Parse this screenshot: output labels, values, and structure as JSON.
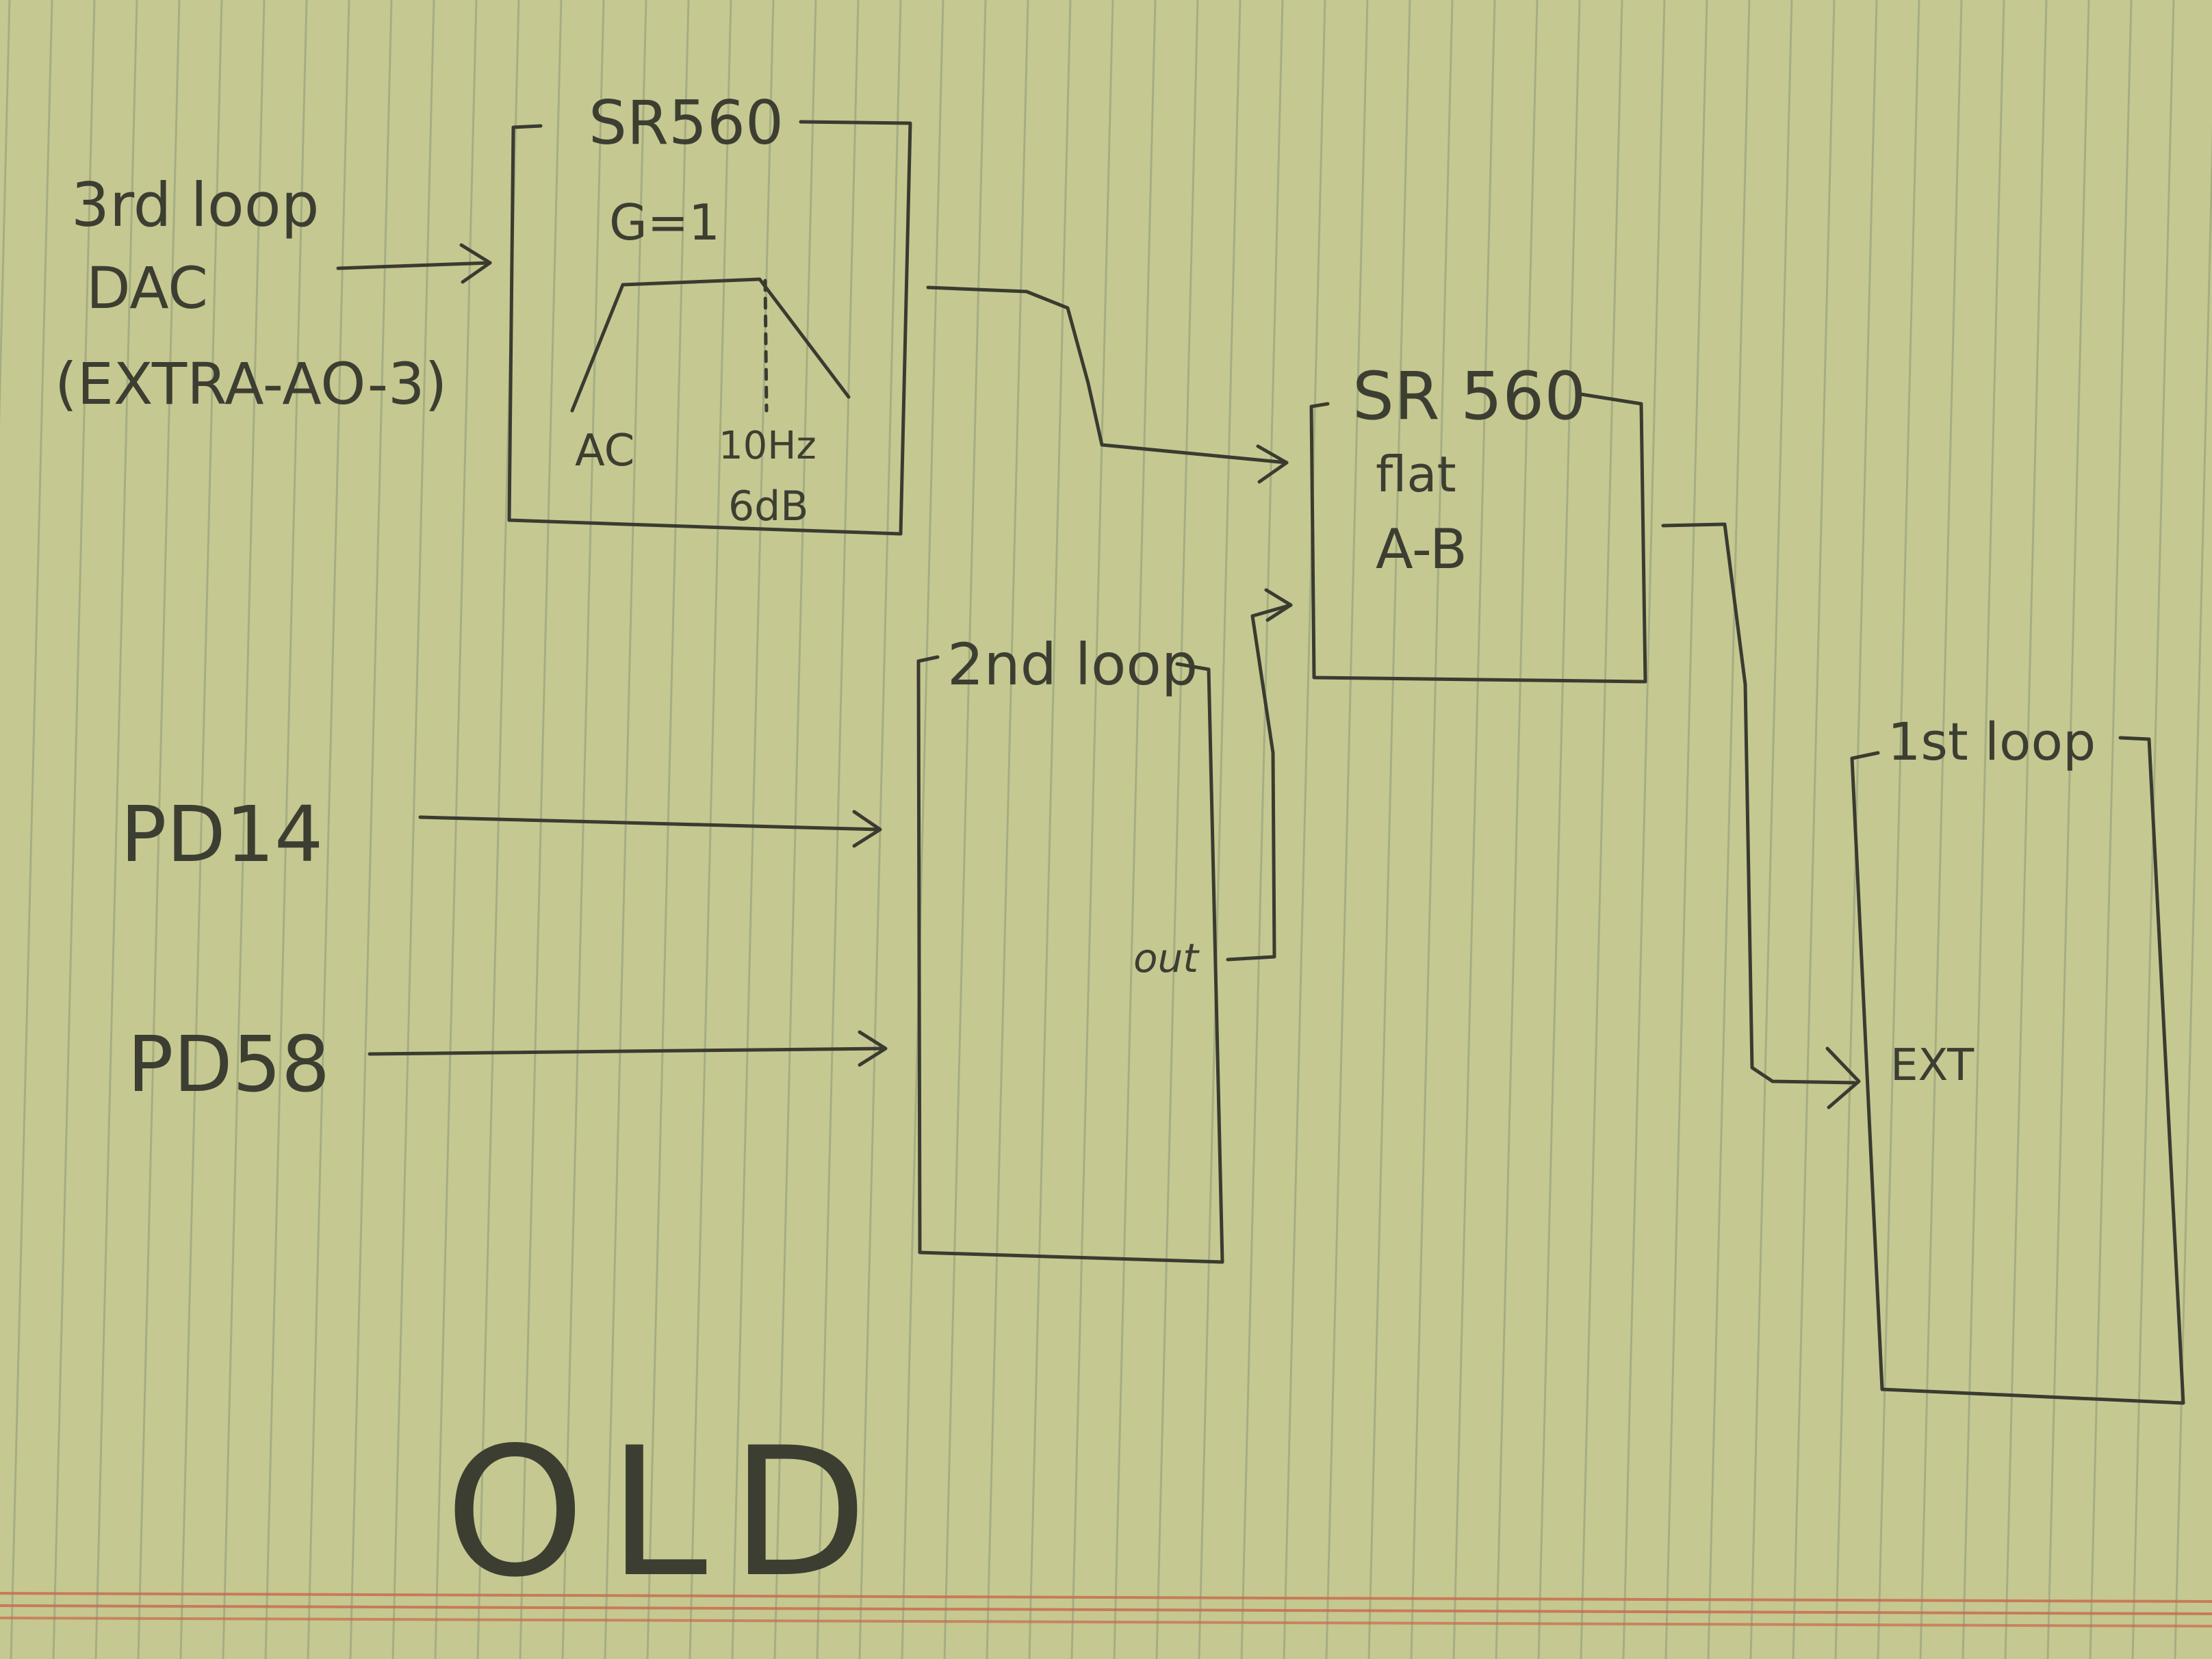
{
  "paper": {
    "background": "#c6c891",
    "rule_color": "#9aa67e",
    "margin_color": "#c8694a"
  },
  "diagram": {
    "block_sr560_top": {
      "title": "SR560",
      "gain": "G=1",
      "coupling": "AC",
      "filter_freq": "10Hz",
      "filter_rolloff": "6dB"
    },
    "block_sr560_mid": {
      "title": "SR 560",
      "mode": "flat",
      "input": "A-B"
    },
    "block_2nd_loop": {
      "title": "2nd loop",
      "output_label": "out"
    },
    "block_1st_loop": {
      "title": "1st loop",
      "input_label": "EXT"
    },
    "source_dac": {
      "line1": "3rd loop",
      "line2": "DAC",
      "line3": "(EXTRA-AO-3)"
    },
    "source_pd14": "PD14",
    "source_pd58": "PD58",
    "stamp": "OLD"
  }
}
